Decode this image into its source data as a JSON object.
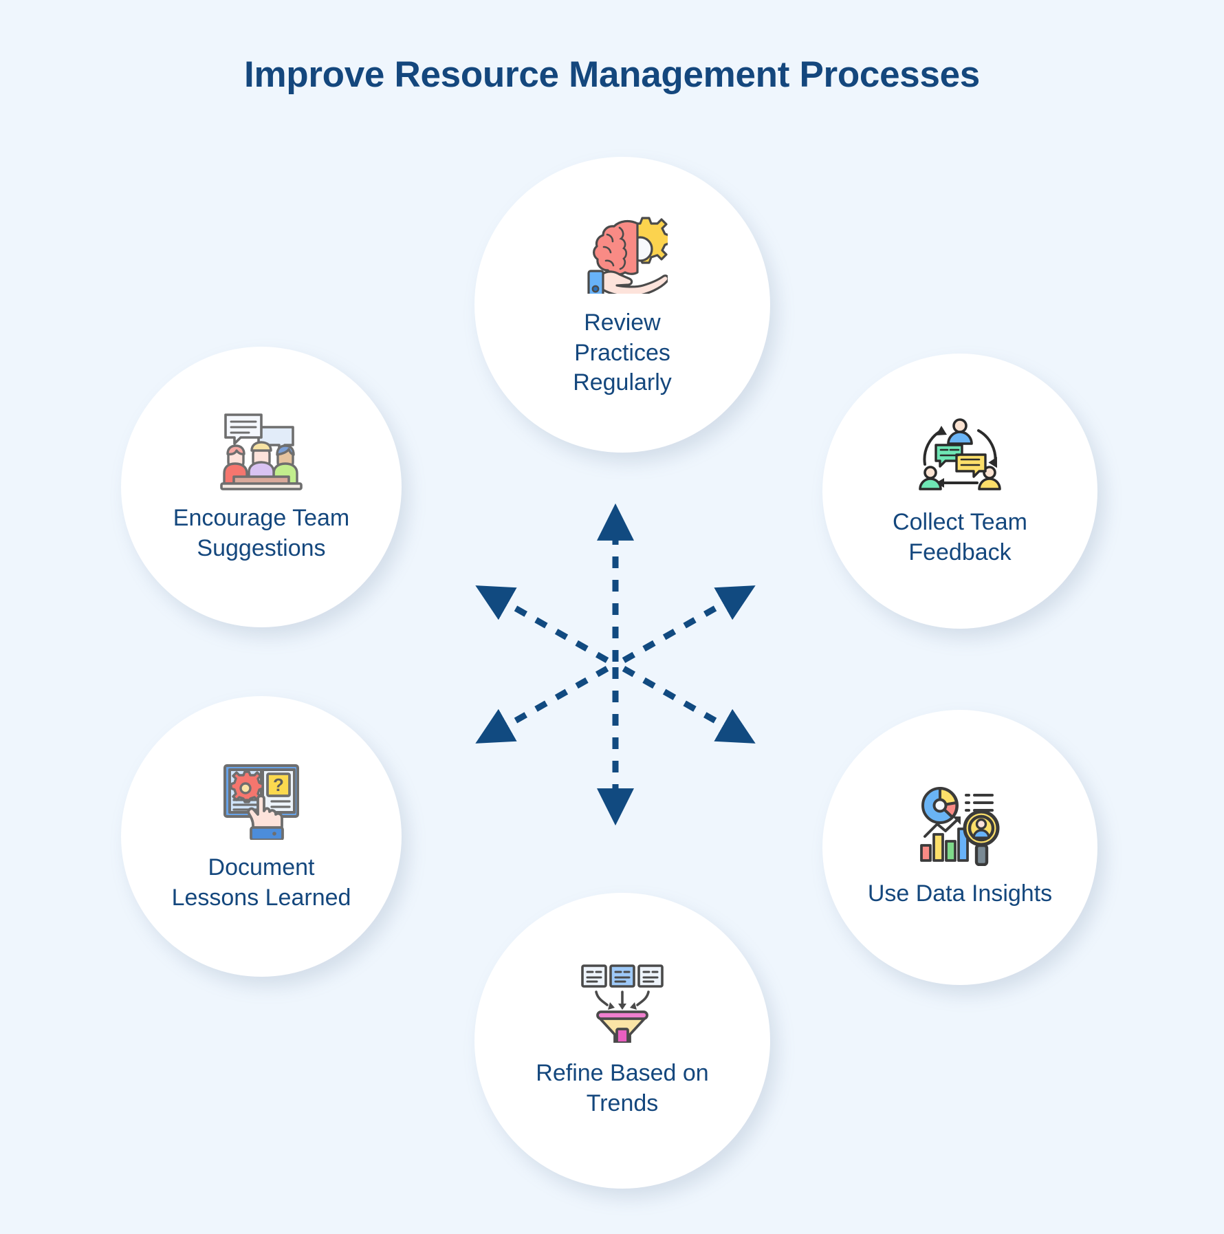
{
  "page": {
    "title": "Improve Resource Management Processes",
    "background_color": "#eff6fd",
    "accent_color": "#14477d",
    "node_background": "#ffffff"
  },
  "diagram": {
    "type": "radial-hub",
    "center": {
      "name": "center-arrow-cluster",
      "arrow_count": 6,
      "arrow_style": "dashed-double-headed",
      "arrow_color": "#114a80",
      "directions": [
        "up",
        "down",
        "upper-left",
        "upper-right",
        "lower-left",
        "lower-right"
      ]
    },
    "nodes": [
      {
        "id": "node-top",
        "position": "top",
        "label": "Review\nPractices\nRegularly",
        "icon": "brain-gear-on-hand-icon"
      },
      {
        "id": "node-right-top",
        "position": "right-top",
        "label": "Collect Team\nFeedback",
        "icon": "team-feedback-cycle-icon"
      },
      {
        "id": "node-right-bot",
        "position": "right-bottom",
        "label": "Use Data Insights",
        "icon": "data-analytics-magnifier-icon"
      },
      {
        "id": "node-bottom",
        "position": "bottom",
        "label": "Refine Based on\nTrends",
        "icon": "documents-funnel-icon"
      },
      {
        "id": "node-left-bot",
        "position": "left-bottom",
        "label": "Document\nLessons Learned",
        "icon": "manual-book-hand-icon"
      },
      {
        "id": "node-left-top",
        "position": "left-top",
        "label": "Encourage Team\nSuggestions",
        "icon": "team-meeting-speech-bubbles-icon"
      }
    ]
  }
}
